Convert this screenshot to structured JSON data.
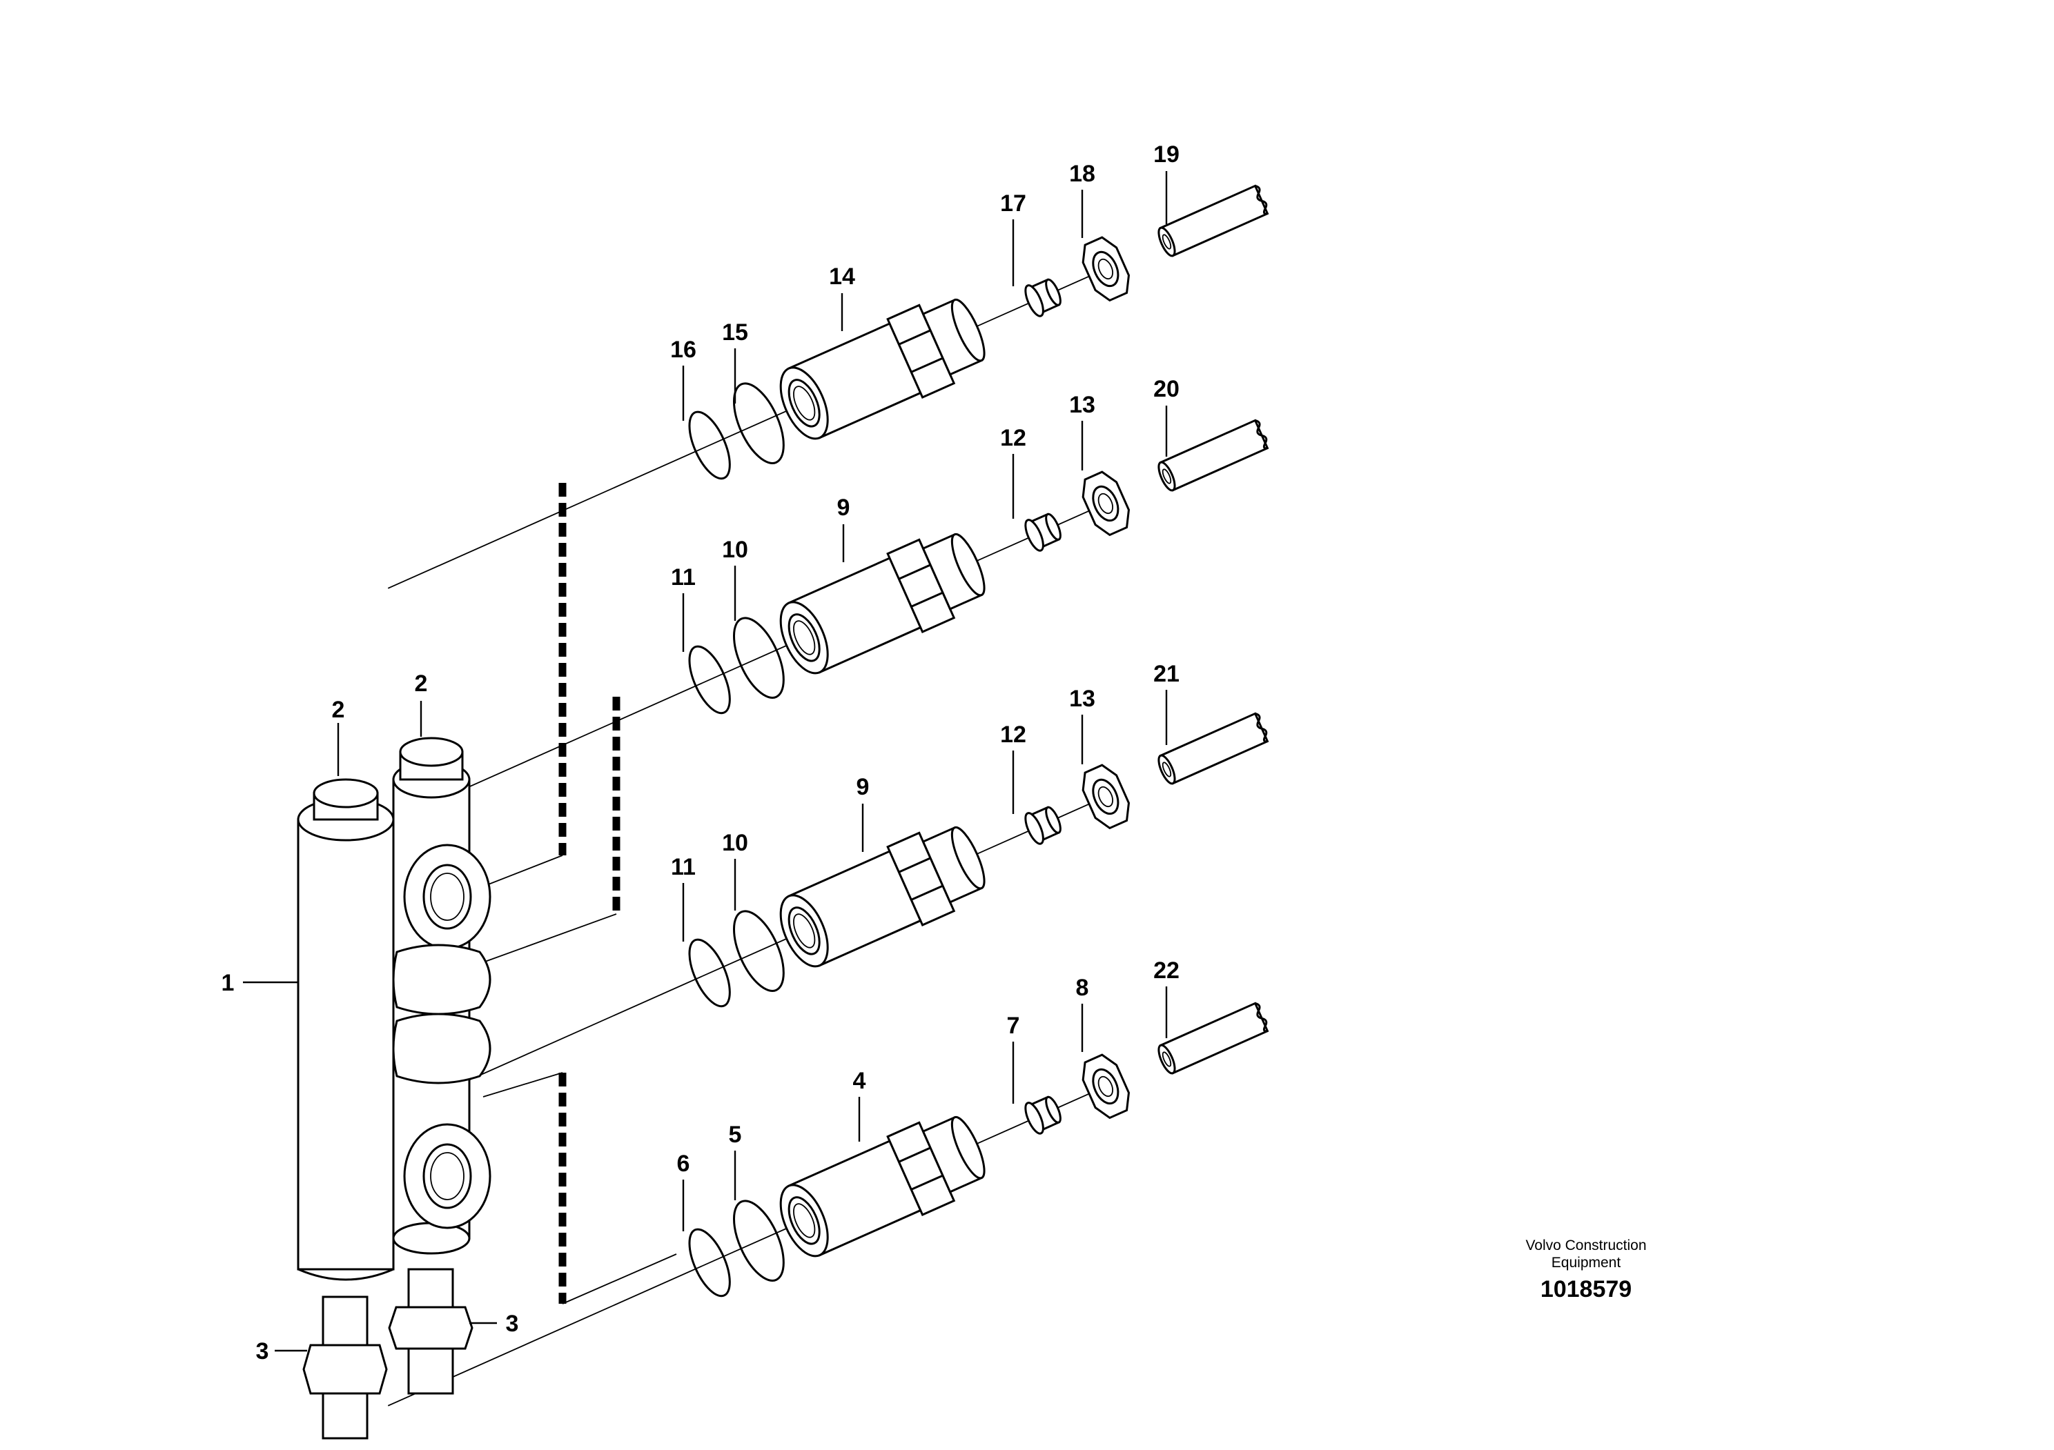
{
  "figure": {
    "brand_line1": "Volvo Construction",
    "brand_line2": "Equipment",
    "document_number": "1018579"
  },
  "callouts": {
    "c1": "1",
    "c2a": "2",
    "c2b": "2",
    "c3a": "3",
    "c3b": "3",
    "c4": "4",
    "c5": "5",
    "c6": "6",
    "c7": "7",
    "c8": "8",
    "c9a": "9",
    "c9b": "9",
    "c10a": "10",
    "c10b": "10",
    "c11a": "11",
    "c11b": "11",
    "c12a": "12",
    "c12b": "12",
    "c13a": "13",
    "c13b": "13",
    "c14": "14",
    "c15": "15",
    "c16": "16",
    "c17": "17",
    "c18": "18",
    "c19": "19",
    "c20": "20",
    "c21": "21",
    "c22": "22"
  }
}
